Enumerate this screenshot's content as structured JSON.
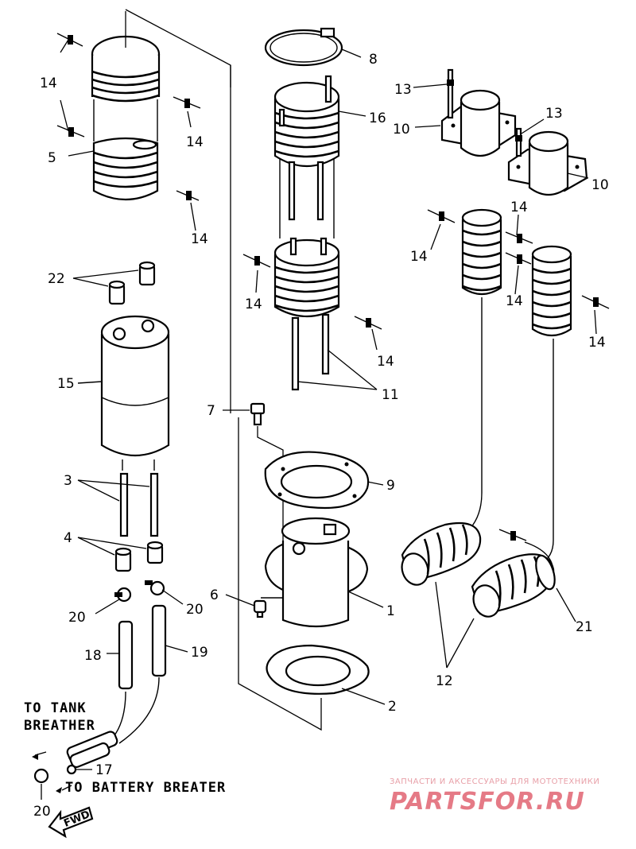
{
  "labels": {
    "l1": "1",
    "l2": "2",
    "l3": "3",
    "l4": "4",
    "l5": "5",
    "l6": "6",
    "l7": "7",
    "l8": "8",
    "l9": "9",
    "l10a": "10",
    "l10b": "10",
    "l11": "11",
    "l12": "12",
    "l13a": "13",
    "l13b": "13",
    "l14a": "14",
    "l14b": "14",
    "l14c": "14",
    "l14d": "14",
    "l14e": "14",
    "l14f": "14",
    "l14g": "14",
    "l14h": "14",
    "l14i": "14",
    "l15": "15",
    "l16": "16",
    "l17": "17",
    "l18": "18",
    "l19": "19",
    "l20a": "20",
    "l20b": "20",
    "l20c": "20",
    "l21": "21",
    "l22": "22"
  },
  "notes": {
    "tank_line1": "TO TANK",
    "tank_line2": "BREATHER",
    "battery": "TO BATTERY BREATER",
    "fwd": "FWD"
  },
  "watermark": {
    "tagline": "ЗАПЧАСТИ И АКСЕССУАРЫ ДЛЯ МОТОТЕХНИКИ",
    "brand": "PARTSFOR.RU"
  },
  "colors": {
    "ink": "#000000",
    "background": "#ffffff",
    "watermark": "#e57a86"
  }
}
